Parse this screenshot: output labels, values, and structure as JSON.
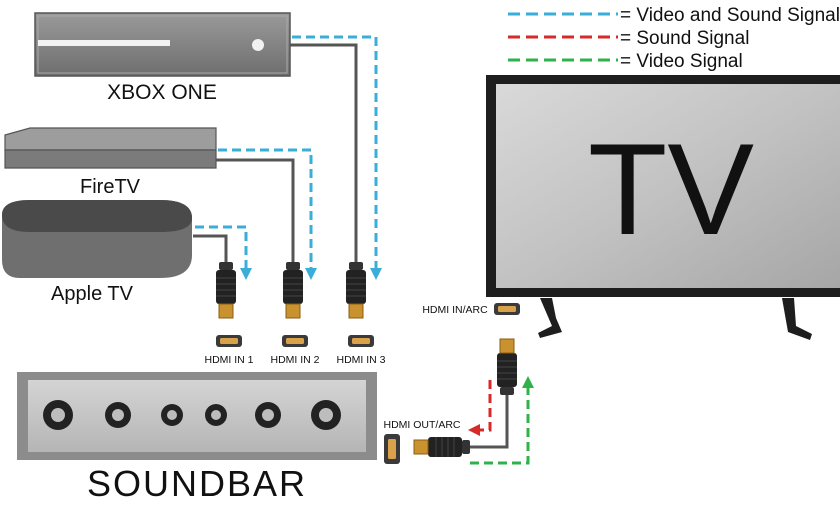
{
  "legend": {
    "items": [
      {
        "text": "= Video and Sound Signal",
        "color": "#3aaed8"
      },
      {
        "text": "= Sound Signal",
        "color": "#d62a2a"
      },
      {
        "text": "= Video Signal",
        "color": "#2fb24a"
      }
    ]
  },
  "devices": {
    "xbox": "XBOX ONE",
    "firetv": "FireTV",
    "appletv": "Apple TV",
    "tv": "TV",
    "soundbar": "SOUNDBAR"
  },
  "ports": {
    "hdmi_in_1": "HDMI IN 1",
    "hdmi_in_2": "HDMI IN 2",
    "hdmi_in_3": "HDMI IN 3",
    "hdmi_out_arc": "HDMI OUT/ARC",
    "hdmi_in_arc": "HDMI IN/ARC"
  },
  "colors": {
    "video_sound": "#3aaed8",
    "sound": "#d62a2a",
    "video": "#2fb24a",
    "cable": "#555555",
    "connector_gold": "#c9922e",
    "device_gray": "#8a8a8a"
  }
}
